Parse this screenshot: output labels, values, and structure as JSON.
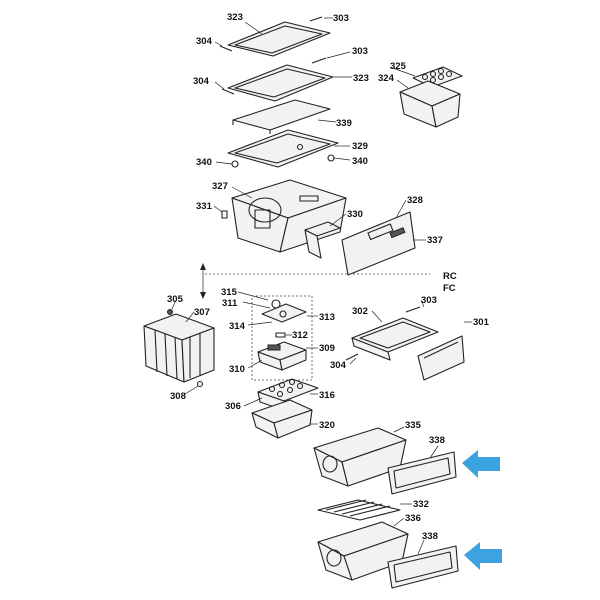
{
  "labels": {
    "p323a": "323",
    "p303a": "303",
    "p304a": "304",
    "p303b": "303",
    "p304b": "304",
    "p323b": "323",
    "p325": "325",
    "p324": "324",
    "p339": "339",
    "p329": "329",
    "p340a": "340",
    "p340b": "340",
    "p327": "327",
    "p328": "328",
    "p331": "331",
    "p330": "330",
    "p337": "337",
    "rc": "RC",
    "fc": "FC",
    "p315": "315",
    "p305": "305",
    "p311": "311",
    "p302": "302",
    "p303c": "303",
    "p307": "307",
    "p313": "313",
    "p301": "301",
    "p314": "314",
    "p312": "312",
    "p309": "309",
    "p304c": "304",
    "p310": "310",
    "p308": "308",
    "p316": "316",
    "p306": "306",
    "p320": "320",
    "p335": "335",
    "p338a": "338",
    "p332": "332",
    "p336": "336",
    "p338b": "338"
  },
  "colors": {
    "callout_arrow": "#3da3e0",
    "line": "#222222",
    "background": "#ffffff"
  }
}
